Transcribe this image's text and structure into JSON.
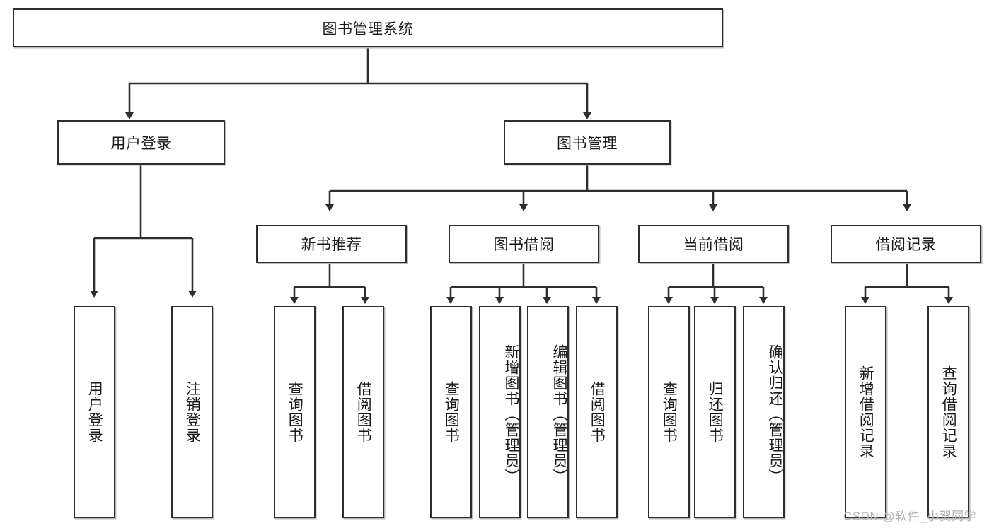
{
  "diagram": {
    "title_node": {
      "label": "图书管理系统"
    },
    "level2": [
      {
        "id": "user-login",
        "label": "用户登录"
      },
      {
        "id": "book-manage",
        "label": "图书管理"
      }
    ],
    "level3": [
      {
        "id": "new-book-recommend",
        "label": "新书推荐"
      },
      {
        "id": "book-borrow",
        "label": "图书借阅"
      },
      {
        "id": "current-borrow",
        "label": "当前借阅"
      },
      {
        "id": "borrow-record",
        "label": "借阅记录"
      }
    ],
    "leaves": {
      "user_login": [
        {
          "id": "leaf-user-login",
          "label": "用户登录"
        },
        {
          "id": "leaf-logout-login",
          "label": "注销登录"
        }
      ],
      "new_book_recommend": [
        {
          "id": "leaf-query-book-1",
          "label": "查询图书"
        },
        {
          "id": "leaf-borrow-book-1",
          "label": "借阅图书"
        }
      ],
      "book_borrow": [
        {
          "id": "leaf-query-book-2",
          "label": "查询图书"
        },
        {
          "id": "leaf-add-book",
          "label": "新增图书（管理员）"
        },
        {
          "id": "leaf-edit-book",
          "label": "编辑图书（管理员）"
        },
        {
          "id": "leaf-borrow-book-2",
          "label": "借阅图书"
        }
      ],
      "current_borrow": [
        {
          "id": "leaf-query-book-3",
          "label": "查询图书"
        },
        {
          "id": "leaf-return-book",
          "label": "归还图书"
        },
        {
          "id": "leaf-confirm-return",
          "label": "确认归还（管理员）"
        }
      ],
      "borrow_record": [
        {
          "id": "leaf-add-record",
          "label": "新增借阅记录"
        },
        {
          "id": "leaf-query-record",
          "label": "查询借阅记录"
        }
      ]
    },
    "watermark": "CSDN @软件_小贺同学",
    "colors": {
      "stroke": "#2e2e2e",
      "fill": "#ffffff",
      "text": "#1a1a1a",
      "watermark": "#b3b3b3"
    }
  }
}
